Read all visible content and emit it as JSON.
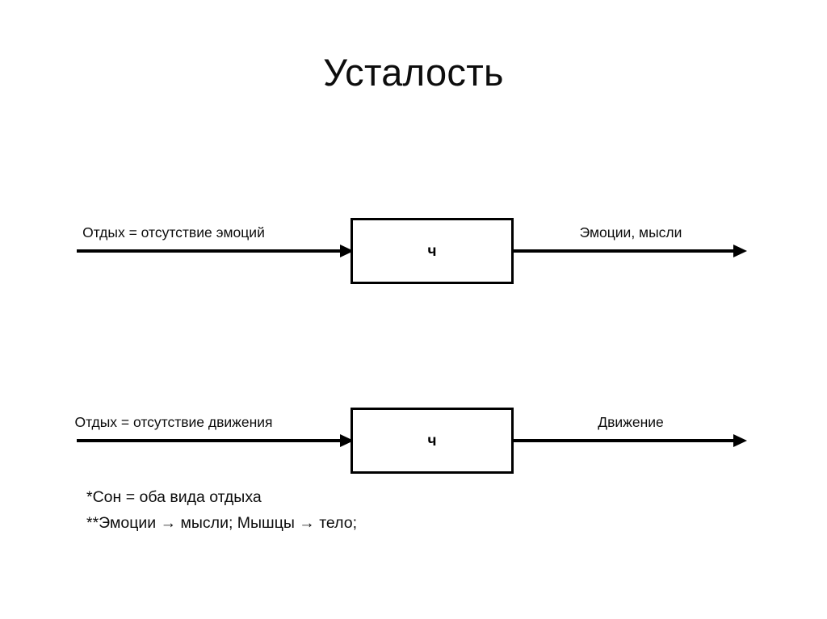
{
  "slide": {
    "title": "Усталость",
    "background_color": "#ffffff",
    "text_color": "#0d0d0d",
    "stroke_color": "#000000"
  },
  "diagram": {
    "type": "block-flow",
    "rows": [
      {
        "id": "row-emotions",
        "input_label": "Отдых = отсутствие эмоций",
        "node_label": "ч",
        "output_label": "Эмоции, мысли"
      },
      {
        "id": "row-movement",
        "input_label": "Отдых = отсутствие движения",
        "node_label": "ч",
        "output_label": "Движение"
      }
    ]
  },
  "footnotes": [
    "*Сон = оба вида отдыха",
    "**Эмоции → мысли; Мышцы → тело;"
  ]
}
